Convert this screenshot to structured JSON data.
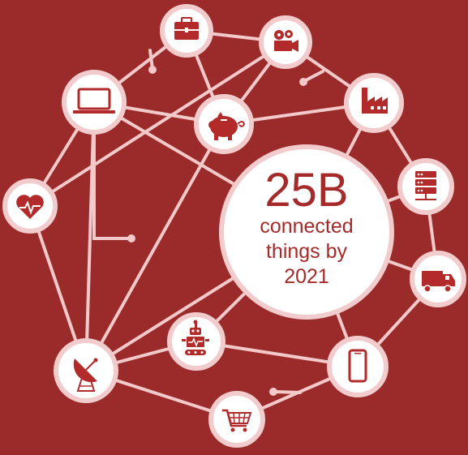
{
  "stat": {
    "value": "25B",
    "caption": "connected things by 2021"
  },
  "colors": {
    "background": "#9b2b2b",
    "node_fill": "#ffffff",
    "node_ring": "#f2cccc",
    "line": "#f3c9c9",
    "icon": "#b22a2a"
  },
  "nodes": [
    {
      "id": "briefcase",
      "icon": "briefcase-icon"
    },
    {
      "id": "camera",
      "icon": "video-camera-icon"
    },
    {
      "id": "laptop",
      "icon": "laptop-icon"
    },
    {
      "id": "piggy",
      "icon": "piggy-bank-icon"
    },
    {
      "id": "factory",
      "icon": "factory-icon"
    },
    {
      "id": "server",
      "icon": "server-icon"
    },
    {
      "id": "heart",
      "icon": "heart-rate-icon"
    },
    {
      "id": "truck",
      "icon": "truck-icon"
    },
    {
      "id": "robot",
      "icon": "robot-icon"
    },
    {
      "id": "phone",
      "icon": "smartphone-icon"
    },
    {
      "id": "satellite",
      "icon": "satellite-dish-icon"
    },
    {
      "id": "cart",
      "icon": "shopping-cart-icon"
    }
  ]
}
